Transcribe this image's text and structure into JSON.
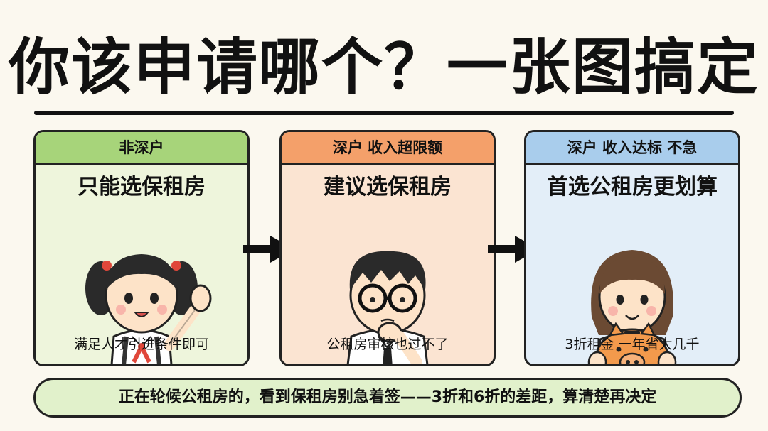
{
  "title": "你该申请哪个？一张图搞定",
  "cards": [
    {
      "header": "非深户",
      "main": "只能选保租房",
      "footer": "满足人才引进条件即可",
      "header_color": "#a7d47a",
      "body_color": "#eef5dc"
    },
    {
      "header": "深户 收入超限额",
      "main": "建议选保租房",
      "footer": "公租房审核也过不了",
      "header_color": "#f4a06a",
      "body_color": "#fbe4d2"
    },
    {
      "header": "深户 收入达标 不急",
      "main": "首选公租房更划算",
      "footer": "3折租金 一年省大几千",
      "header_color": "#a9cdec",
      "body_color": "#e3eef8"
    }
  ],
  "bottom_note": "正在轮候公租房的，看到保租房别急着签——3折和6折的差距，算清楚再决定",
  "icons": [
    "right-arrow-icon",
    "girl-waving-icon",
    "boy-thinking-icon",
    "girl-piggy-bank-icon"
  ]
}
